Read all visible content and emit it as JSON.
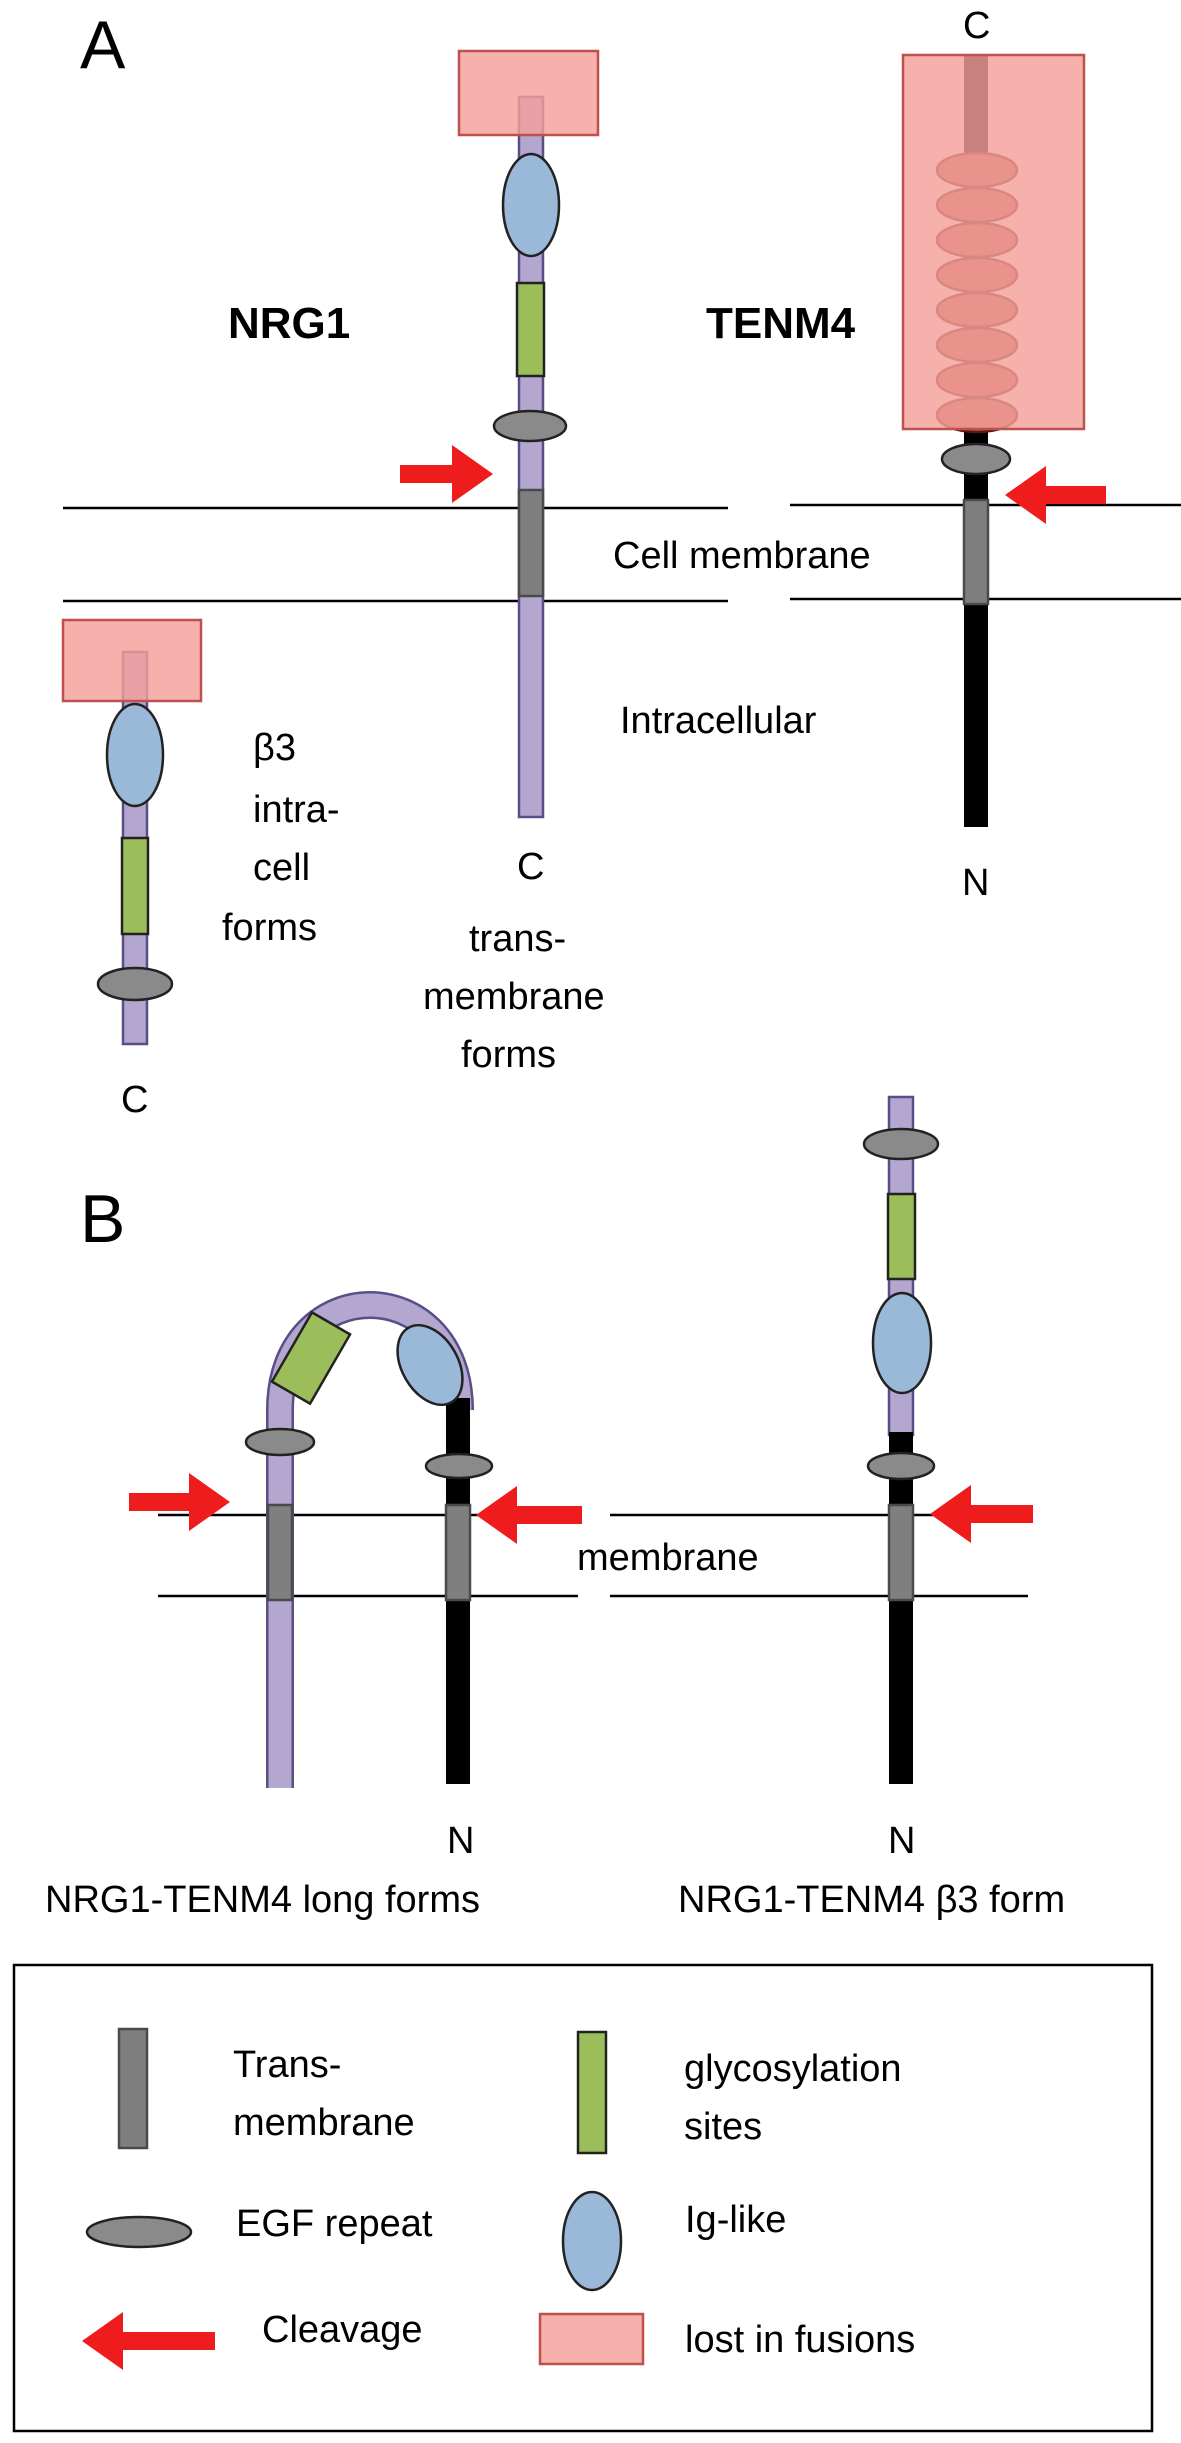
{
  "panels": {
    "a": "A",
    "b": "B"
  },
  "genes": {
    "nrg1": "NRG1",
    "tenm4": "TENM4"
  },
  "panel_a": {
    "cell_membrane": "Cell membrane",
    "intracellular": "Intracellular",
    "beta3_caption": [
      "β3",
      "intra-",
      "cell",
      "forms"
    ],
    "beta3_terminus": "C",
    "tm_terminus": "C",
    "tm_caption": [
      "trans-",
      "membrane",
      "forms"
    ],
    "tenm4_terminus_top": "C",
    "tenm4_terminus_bottom": "N"
  },
  "panel_b": {
    "membrane": "membrane",
    "long_terminus": "N",
    "long_caption": "NRG1-TENM4 long forms",
    "beta3_terminus": "N",
    "beta3_caption": "NRG1-TENM4 β3 form"
  },
  "legend": {
    "transmembrane": [
      "Trans-",
      "membrane"
    ],
    "egf": "EGF repeat",
    "cleavage": "Cleavage",
    "glycosylation": [
      "glycosylation",
      "sites"
    ],
    "ig": "Ig-like",
    "lost": "lost in fusions"
  },
  "colors": {
    "nrg1_chain": "#b3a6cf",
    "tenm4_chain": "#000000",
    "tenm4_repeats": "#b45b4e",
    "transmembrane": "#7f7f7f",
    "egf": "#8a8a8a",
    "ig_like": "#9ab8d8",
    "glycosylation": "#9bbd5a",
    "lost_in_fusions": "#f4a09a",
    "cleavage_arrow": "#ee1c1c"
  }
}
